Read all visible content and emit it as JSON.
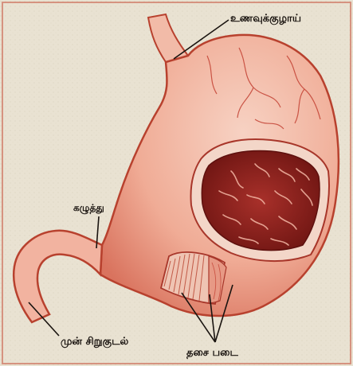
{
  "labels": {
    "esophagus": "உணவுக்குழாய்",
    "stomach_neck": "கழுத்து",
    "duodenum": "முன் சிறுகுடல்",
    "muscle_layers": "தசை படை"
  },
  "colors": {
    "paper": "#e9e2d2",
    "stomach_outer": "#f2b7a4",
    "stomach_edge": "#b8412e",
    "inner_lining": "#8e1f1a",
    "muscle_band": "#efc4b3",
    "leader_line": "#1a1410"
  }
}
